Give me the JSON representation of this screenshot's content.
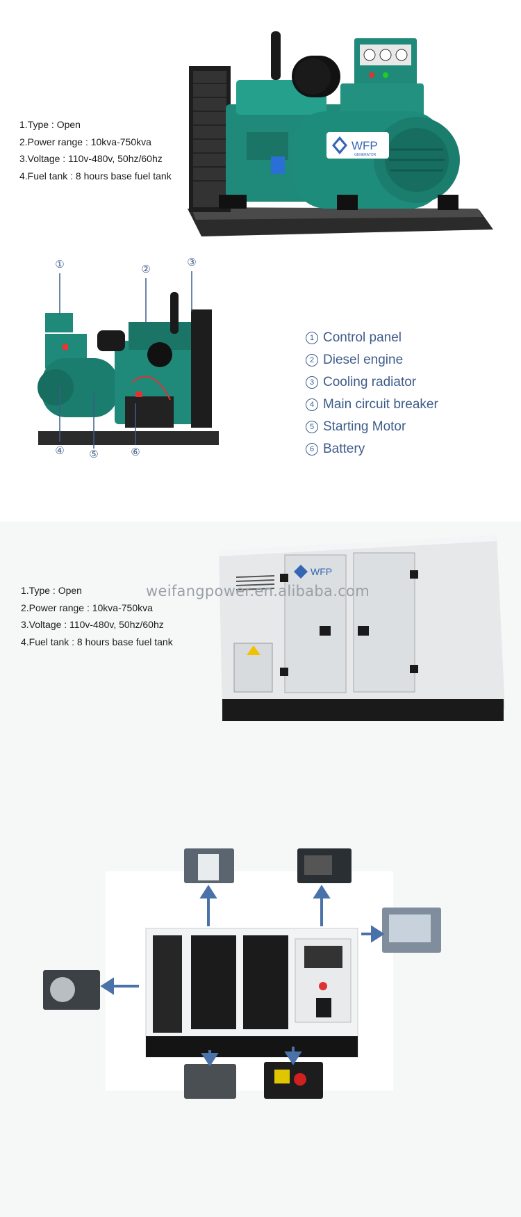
{
  "specs": [
    "1.Type : Open",
    "2.Power range : 10kva-750kva",
    "3.Voltage : 110v-480v, 50hz/60hz",
    "4.Fuel tank : 8 hours base fuel tank"
  ],
  "brand": {
    "logo_text": "WFP",
    "logo_sub": "GENERATOR"
  },
  "diagram_markers": [
    "①",
    "②",
    "③",
    "④",
    "⑤",
    "⑥"
  ],
  "parts": [
    {
      "num": "1",
      "label": "Control panel"
    },
    {
      "num": "2",
      "label": "Diesel engine"
    },
    {
      "num": "3",
      "label": "Cooling  radiator"
    },
    {
      "num": "4",
      "label": "Main circuit breaker"
    },
    {
      "num": "5",
      "label": "Starting Motor"
    },
    {
      "num": "6",
      "label": "Battery"
    }
  ],
  "watermark": "weifangpower.en.alibaba.com",
  "colors": {
    "accent": "#3d5c8a",
    "engine_green": "#1f8a7a",
    "arrow": "#4a72a8",
    "canopy": "#e8eaec"
  }
}
